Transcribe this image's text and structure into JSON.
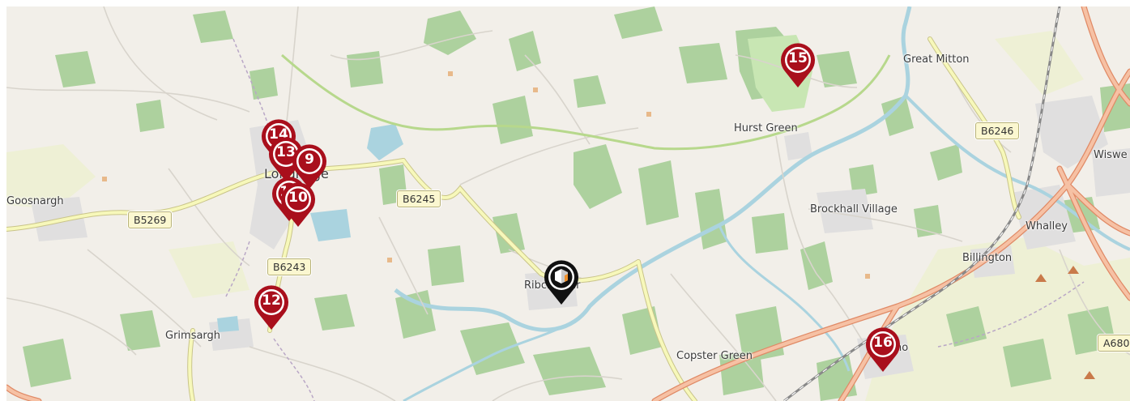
{
  "map": {
    "colors": {
      "land": "#f2efe9",
      "woodland": "#add19e",
      "water": "#aad3df",
      "minor_road": "#d8d4cc",
      "secondary_road": "#f7f8ba",
      "primary_road": "#f2a887",
      "boundary": "#b9a7c6",
      "rail": "#777777",
      "marker_red": "#a90f1c",
      "marker_black": "#111111"
    },
    "places": [
      {
        "id": "goosnargh",
        "label": "Goosnargh"
      },
      {
        "id": "longridge",
        "label": "Longridge"
      },
      {
        "id": "grimsargh",
        "label": "Grimsargh"
      },
      {
        "id": "ribchester",
        "label": "Ribchester"
      },
      {
        "id": "hurst-green",
        "label": "Hurst Green"
      },
      {
        "id": "great-mitton",
        "label": "Great Mitton"
      },
      {
        "id": "brockhall-village",
        "label": "Brockhall Village"
      },
      {
        "id": "whalley",
        "label": "Whalley"
      },
      {
        "id": "billington",
        "label": "Billington"
      },
      {
        "id": "copster-green",
        "label": "Copster Green"
      },
      {
        "id": "wiswell",
        "label": "Wiswe"
      },
      {
        "id": "langho",
        "label": "ho"
      }
    ],
    "road_shields": [
      {
        "id": "b5269",
        "label": "B5269"
      },
      {
        "id": "b6245",
        "label": "B6245"
      },
      {
        "id": "b6243",
        "label": "B6243"
      },
      {
        "id": "b6246",
        "label": "B6246"
      },
      {
        "id": "a680",
        "label": "A680"
      }
    ],
    "markers": [
      {
        "id": "14",
        "label": "14"
      },
      {
        "id": "13",
        "label": "13"
      },
      {
        "id": "9",
        "label": "9"
      },
      {
        "id": "11",
        "label": "11"
      },
      {
        "id": "10",
        "label": "10"
      },
      {
        "id": "12",
        "label": "12"
      },
      {
        "id": "15",
        "label": "15"
      },
      {
        "id": "16",
        "label": "16"
      }
    ],
    "venue_marker": {
      "icon": "venue-logo-icon"
    }
  }
}
